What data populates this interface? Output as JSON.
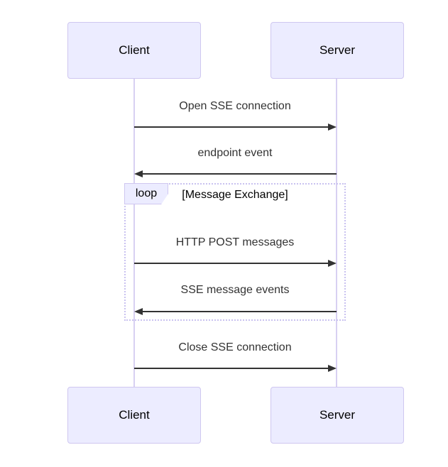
{
  "diagram": {
    "type": "sequence",
    "actors": [
      {
        "label": "Client"
      },
      {
        "label": "Server"
      }
    ],
    "messages": [
      {
        "text": "Open SSE connection",
        "from": "Client",
        "to": "Server",
        "direction": "right"
      },
      {
        "text": "endpoint event",
        "from": "Server",
        "to": "Client",
        "direction": "left"
      },
      {
        "text": "HTTP POST messages",
        "from": "Client",
        "to": "Server",
        "direction": "right",
        "in_loop": true
      },
      {
        "text": "SSE message events",
        "from": "Server",
        "to": "Client",
        "direction": "left",
        "in_loop": true
      },
      {
        "text": "Close SSE connection",
        "from": "Client",
        "to": "Server",
        "direction": "right"
      }
    ],
    "loop": {
      "label": "loop",
      "condition": "[Message Exchange]"
    },
    "colors": {
      "actor_fill": "#ECECFF",
      "actor_border": "#CFC7F0",
      "lifeline": "#D8D0F2",
      "loop_border": "#C9C2F0",
      "arrow": "#333333",
      "message_text": "#333333",
      "label_text": "#000000"
    }
  }
}
